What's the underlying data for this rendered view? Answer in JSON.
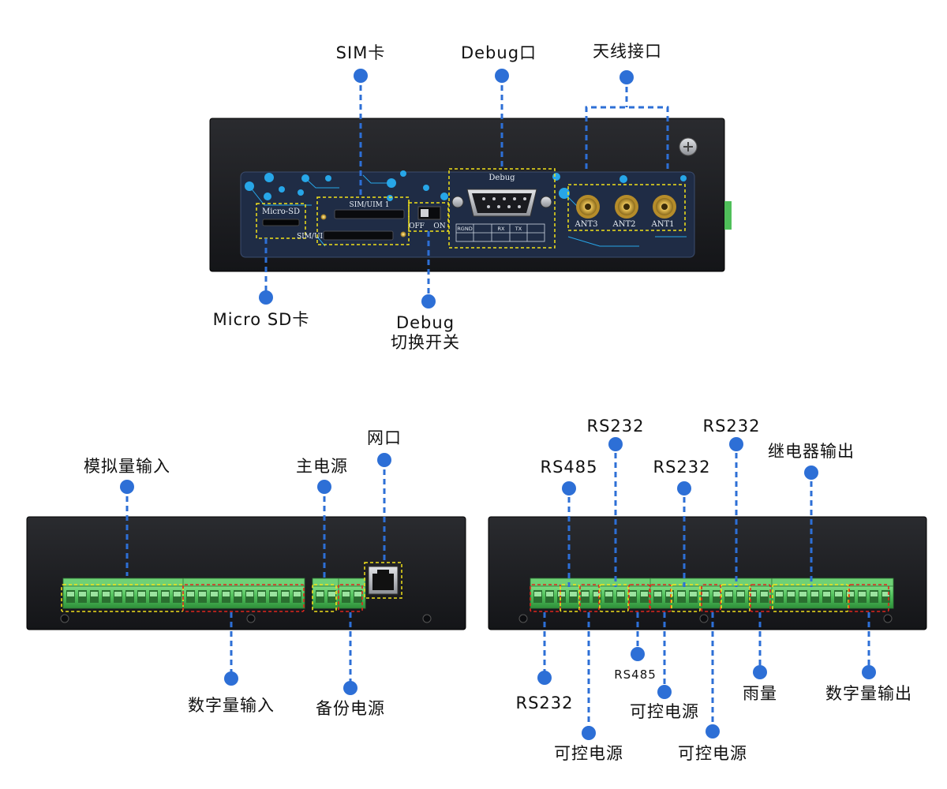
{
  "colors": {
    "accent_blue": "#2d6fd6",
    "case_black": "#1b1c1f",
    "panel_navy": "#1f2c45",
    "terminal_green": "#4fbf5a",
    "box_yellow": "#f2e21a",
    "box_red": "#e0261d"
  },
  "top_view": {
    "callouts": {
      "sim": "SIM卡",
      "debug_port": "Debug口",
      "antenna": "天线接口",
      "micro_sd": "Micro SD卡",
      "debug_switch_line1": "Debug",
      "debug_switch_line2": "切换开关"
    },
    "silkscreen": {
      "micro_sd": "Micro-SD",
      "sim1": "SIM/UIM 1",
      "sim2": "SIM/UIM 2",
      "off": "OFF",
      "on": "ON",
      "debug": "Debug",
      "rgnd": "RGND",
      "rx": "RX",
      "tx": "TX",
      "ant3": "ANT3",
      "ant2": "ANT2",
      "ant1": "ANT1"
    }
  },
  "left_view": {
    "callouts": {
      "analog_input": "模拟量输入",
      "main_power": "主电源",
      "network_port": "网口",
      "digital_input": "数字量输入",
      "backup_power": "备份电源"
    }
  },
  "right_view": {
    "callouts": {
      "rs232_top_a": "RS232",
      "rs232_top_b": "RS232",
      "rs232_top_c": "RS232",
      "rs485_top": "RS485",
      "relay_output": "继电器输出",
      "rs232_bottom": "RS232",
      "rs485_bottom": "RS485",
      "controlled_power_a": "可控电源",
      "controlled_power_b": "可控电源",
      "controlled_power_c": "可控电源",
      "rain": "雨量",
      "digital_output": "数字量输出"
    }
  }
}
